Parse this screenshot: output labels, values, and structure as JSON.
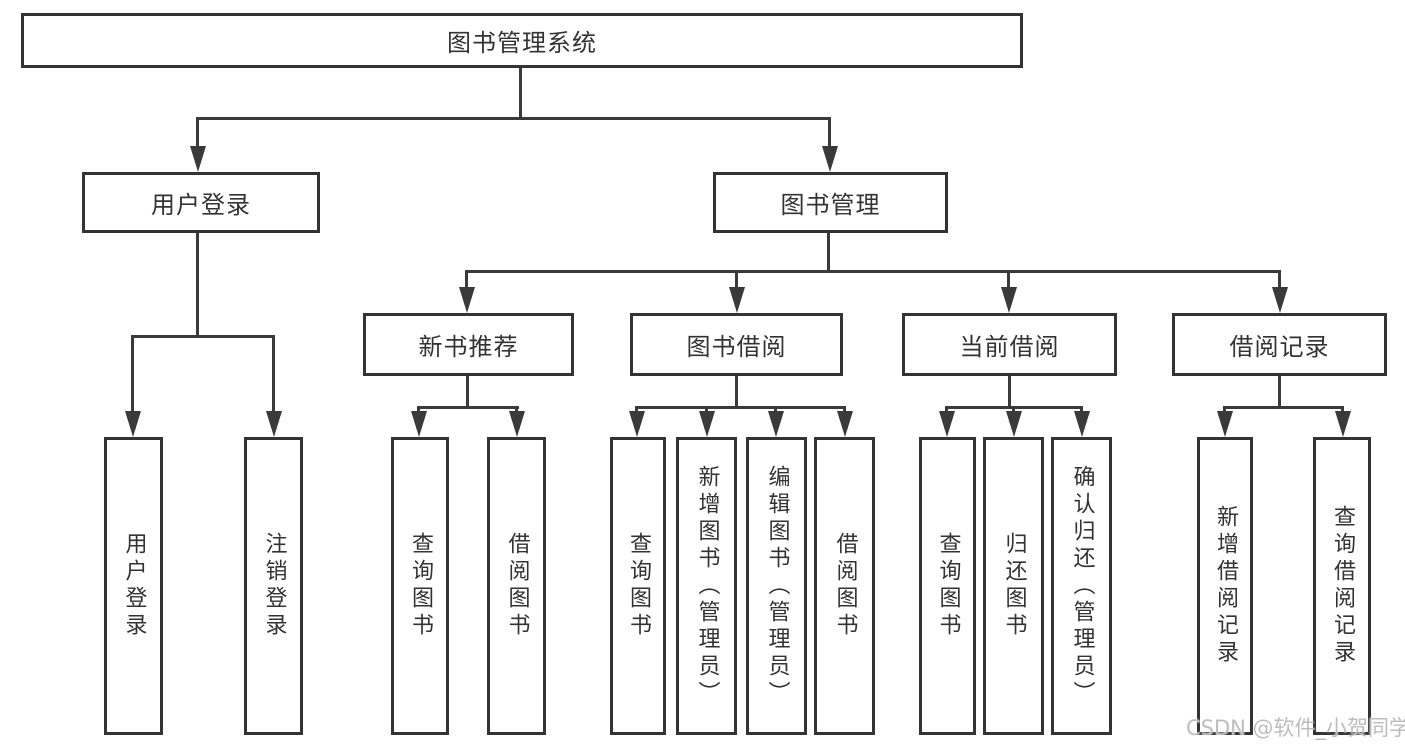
{
  "diagram_title": "图书管理系统",
  "nodes": {
    "root": {
      "label": "图书管理系统"
    },
    "level2": [
      {
        "label": "用户登录"
      },
      {
        "label": "图书管理"
      }
    ],
    "level3": [
      {
        "label": "新书推荐",
        "parent": "图书管理"
      },
      {
        "label": "图书借阅",
        "parent": "图书管理"
      },
      {
        "label": "当前借阅",
        "parent": "图书管理"
      },
      {
        "label": "借阅记录",
        "parent": "图书管理"
      }
    ],
    "leaves": [
      {
        "label": "用户登录",
        "parent": "用户登录"
      },
      {
        "label": "注销登录",
        "parent": "用户登录"
      },
      {
        "label": "查询图书",
        "parent": "新书推荐"
      },
      {
        "label": "借阅图书",
        "parent": "新书推荐"
      },
      {
        "label": "查询图书",
        "parent": "图书借阅"
      },
      {
        "label": "新增图书（管理员）",
        "parent": "图书借阅"
      },
      {
        "label": "编辑图书（管理员）",
        "parent": "图书借阅"
      },
      {
        "label": "借阅图书",
        "parent": "图书借阅"
      },
      {
        "label": "查询图书",
        "parent": "当前借阅"
      },
      {
        "label": "归还图书",
        "parent": "当前借阅"
      },
      {
        "label": "确认归还（管理员）",
        "parent": "当前借阅"
      },
      {
        "label": "新增借阅记录",
        "parent": "借阅记录"
      },
      {
        "label": "查询借阅记录",
        "parent": "借阅记录"
      }
    ]
  },
  "watermark": {
    "text": "CSDN @软件_小贺同学"
  },
  "colors": {
    "line": "#3a3a3a",
    "box_border": "#333333",
    "text": "#333333",
    "background": "#ffffff",
    "watermark": "#bdbdbd"
  }
}
